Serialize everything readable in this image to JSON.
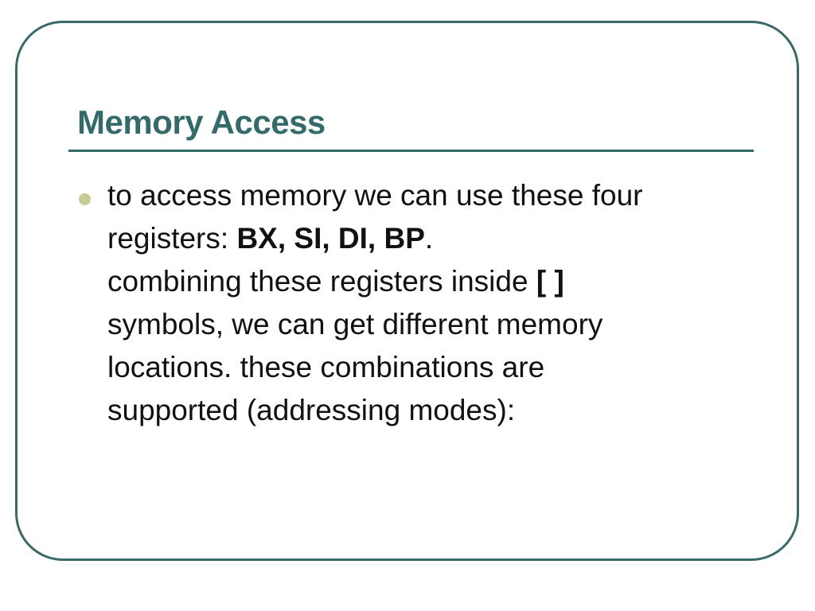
{
  "slide": {
    "title": "Memory Access",
    "bullet": {
      "line1": "to access memory we can use these four",
      "line2_prefix": "registers: ",
      "line2_bold": "BX, SI, DI, BP",
      "line2_suffix": ".",
      "line3_prefix": "combining these registers inside ",
      "line3_bold": "[ ]",
      "line4": "symbols, we can get different memory",
      "line5": "locations. these combinations are",
      "line6": "supported (addressing modes):"
    }
  }
}
